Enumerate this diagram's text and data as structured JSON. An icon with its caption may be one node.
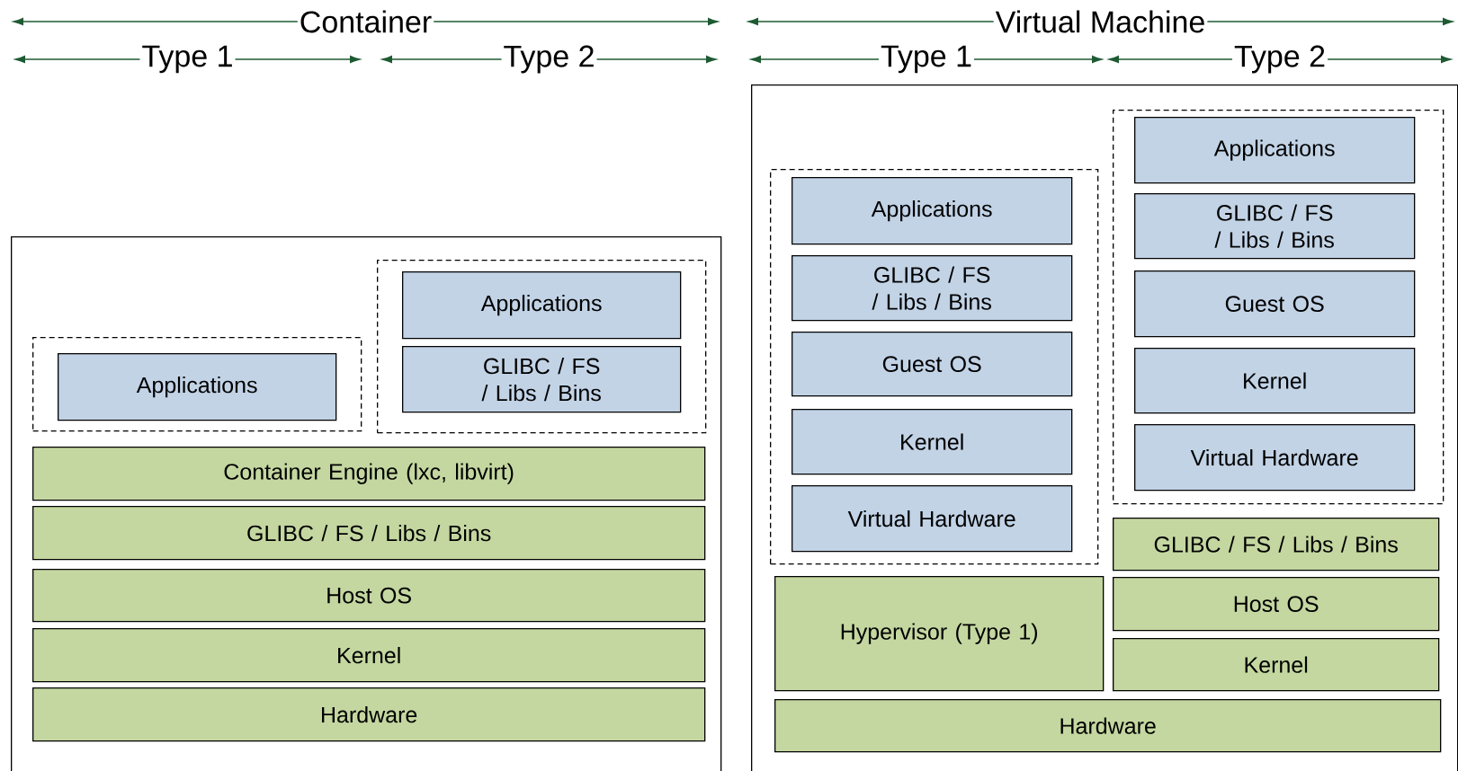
{
  "diagram": {
    "nodes": [
      {
        "text": [],
        "shape": "box"
      },
      {
        "text": [],
        "shape": "box",
        "in": 0
      },
      {
        "text": [
          "Applications"
        ],
        "in": 1
      },
      {
        "text": [],
        "shape": "box",
        "in": 0
      },
      {
        "text": [
          "Applications"
        ],
        "in": 3
      },
      {
        "text": [
          "GLIBC / FS / Libs / Bins"
        ],
        "in": 3
      },
      {
        "text": [
          "Container Engine (lxc, libvirt)"
        ],
        "in": 0
      },
      {
        "text": [
          "GLIBC / FS / Libs / Bins"
        ],
        "in": 0
      },
      {
        "text": [
          "Host OS"
        ],
        "in": 0
      },
      {
        "text": [
          "Kernel"
        ],
        "in": 0
      },
      {
        "text": [
          "Hardware"
        ],
        "in": 0
      },
      {
        "text": [],
        "shape": "box"
      },
      {
        "text": [],
        "shape": "box",
        "in": 11
      },
      {
        "text": [
          "Applications"
        ],
        "in": 12
      },
      {
        "text": [
          "GLIBC / FS / Libs / Bins"
        ],
        "in": 12
      },
      {
        "text": [
          "Guest OS"
        ],
        "in": 12
      },
      {
        "text": [
          "Kernel"
        ],
        "in": 12
      },
      {
        "text": [
          "Virtual Hardware"
        ],
        "in": 12
      },
      {
        "text": [],
        "shape": "box",
        "in": 11
      },
      {
        "text": [
          "Applications"
        ],
        "in": 18
      },
      {
        "text": [
          "GLIBC / FS / Libs / Bins"
        ],
        "in": 18
      },
      {
        "text": [
          "Guest OS"
        ],
        "in": 18
      },
      {
        "text": [
          "Kernel"
        ],
        "in": 18
      },
      {
        "text": [
          "Virtual Hardware"
        ],
        "in": 18
      },
      {
        "text": [
          "GLIBC / FS / Libs / Bins"
        ],
        "in": 11
      },
      {
        "text": [
          "Host OS"
        ],
        "in": 11
      },
      {
        "text": [
          "Kernel"
        ],
        "in": 11
      },
      {
        "text": [
          "Hypervisor (Type 1)"
        ],
        "in": 11
      },
      {
        "text": [
          "Hardware"
        ],
        "in": 11
      }
    ],
    "labels": [
      "Container",
      "Virtual Machine",
      "Type 1",
      "Type 2",
      "Type 1",
      "Type 2"
    ]
  }
}
